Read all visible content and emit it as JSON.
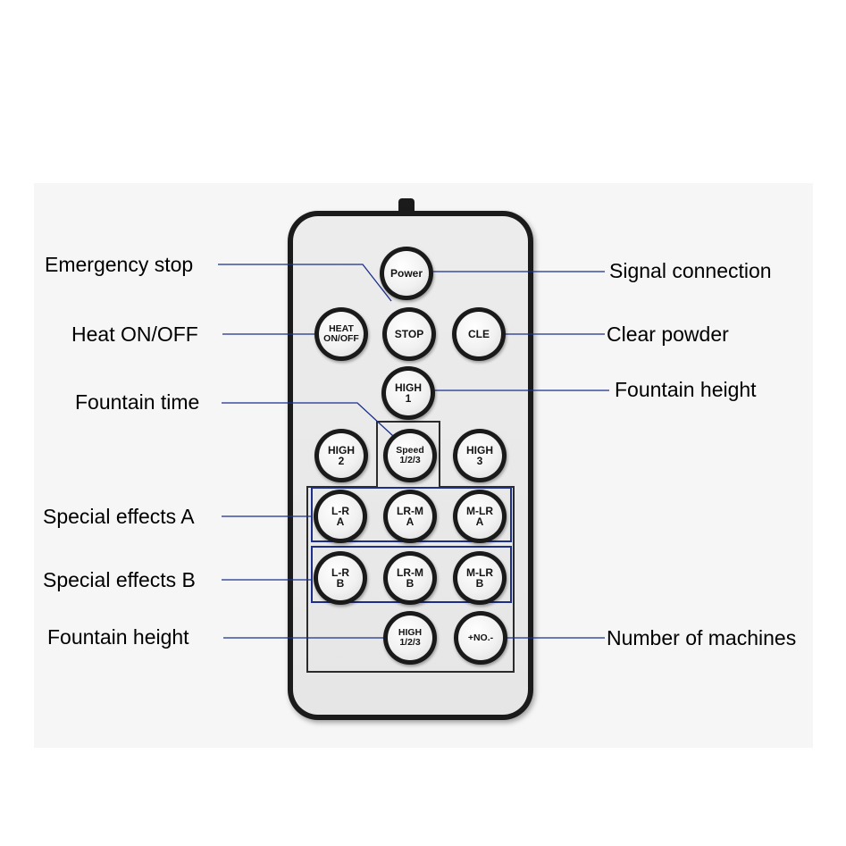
{
  "buttons": {
    "power": "Power",
    "stop": "STOP",
    "heat": "HEAT\nON/OFF",
    "cle": "CLE",
    "high1": "HIGH\n1",
    "high2": "HIGH\n2",
    "speed": "Speed\n1/2/3",
    "high3": "HIGH\n3",
    "lr_a": "L-R\nA",
    "lrm_a": "LR-M\nA",
    "mlr_a": "M-LR\nA",
    "lr_b": "L-R\nB",
    "lrm_b": "LR-M\nB",
    "mlr_b": "M-LR\nB",
    "high123": "HIGH\n1/2/3",
    "no": "+NO.-"
  },
  "labels": {
    "emergency_stop": "Emergency stop",
    "heat_onoff": "Heat ON/OFF",
    "fountain_time": "Fountain time",
    "special_a": "Special effects A",
    "special_b": "Special effects B",
    "fountain_height_left": "Fountain height",
    "signal_connection": "Signal connection",
    "clear_powder": "Clear powder",
    "fountain_height_right": "Fountain height",
    "number_of_machines": "Number of machines"
  },
  "colors": {
    "leader_line": "#1a2f8c",
    "remote_body": "#1b1b1b",
    "remote_face": "#e8e8e8"
  }
}
